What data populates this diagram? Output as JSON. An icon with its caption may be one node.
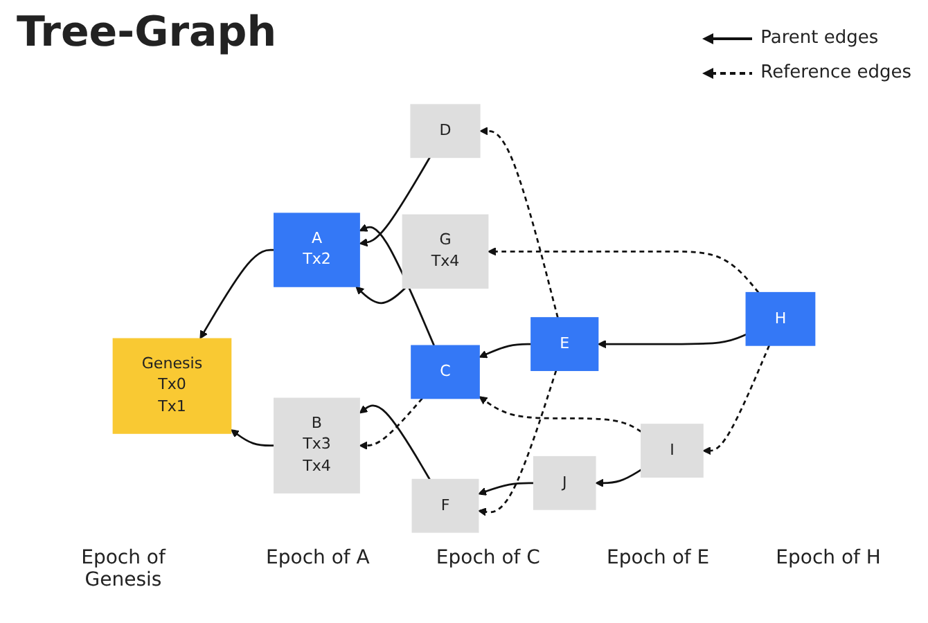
{
  "diagram": {
    "title": "Tree-Graph",
    "nodes": [
      {
        "text": [
          "D"
        ]
      },
      {
        "text": [
          "G",
          "Tx4"
        ]
      },
      {
        "text": [
          "Genesis",
          "Tx0",
          "Tx1"
        ]
      },
      {
        "text": [
          "A",
          "Tx2"
        ]
      },
      {
        "text": [
          "C"
        ]
      },
      {
        "text": [
          "E"
        ]
      },
      {
        "text": [
          "H"
        ]
      },
      {
        "text": [
          "B",
          "Tx3",
          "Tx4"
        ]
      },
      {
        "text": [
          "F"
        ]
      },
      {
        "text": [
          "J"
        ]
      },
      {
        "text": [
          "I"
        ]
      }
    ],
    "edges": [
      {
        "from": 3,
        "to": 2,
        "arrow": "to"
      },
      {
        "from": 4,
        "to": 3,
        "arrow": "to"
      },
      {
        "from": 5,
        "to": 4,
        "arrow": "to"
      },
      {
        "from": 6,
        "to": 5,
        "arrow": "to"
      },
      {
        "from": 0,
        "to": 3,
        "arrow": "to"
      },
      {
        "from": 1,
        "to": 3,
        "arrow": "to"
      },
      {
        "from": 7,
        "to": 2,
        "arrow": "to"
      },
      {
        "from": 8,
        "to": 7,
        "arrow": "to"
      },
      {
        "from": 9,
        "to": 8,
        "arrow": "to"
      },
      {
        "from": 10,
        "to": 9,
        "arrow": "to"
      },
      {
        "from": 5,
        "to": 0,
        "arrow": "to",
        "style": "dashed"
      },
      {
        "from": 6,
        "to": 1,
        "arrow": "to",
        "style": "dashed"
      },
      {
        "from": 4,
        "to": 7,
        "arrow": "to",
        "style": "dashed"
      },
      {
        "from": 5,
        "to": 8,
        "arrow": "to",
        "style": "dashed"
      },
      {
        "from": 6,
        "to": 10,
        "arrow": "to",
        "style": "dashed"
      },
      {
        "from": 10,
        "to": 4,
        "arrow": "to",
        "style": "dashed"
      }
    ],
    "labels": [
      "Epoch of Genesis",
      "Epoch of A",
      "Epoch of C",
      "Epoch of E",
      "Epoch of H"
    ],
    "legend": [
      {
        "text": "Parent edges"
      },
      {
        "text": "Reference edges"
      }
    ]
  }
}
